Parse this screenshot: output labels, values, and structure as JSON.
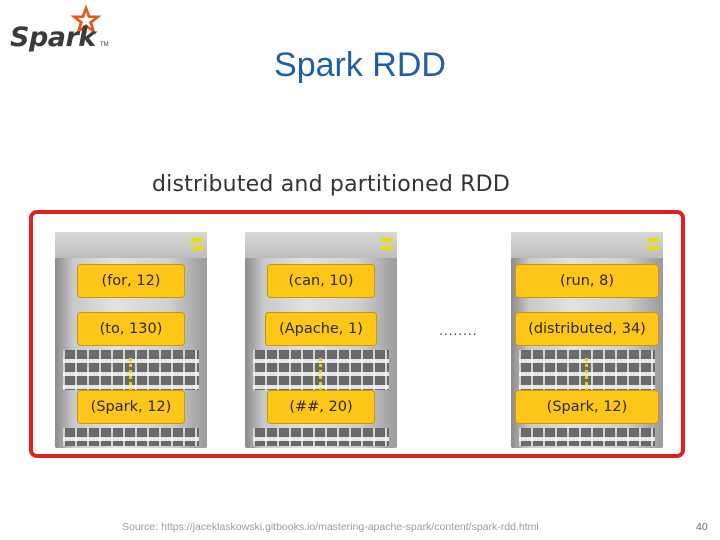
{
  "logo": {
    "text": "Spark",
    "tm": "TM",
    "icon": "star-icon"
  },
  "title": "Spark RDD",
  "diagram": {
    "subtitle": "distributed and partitioned RDD",
    "ellipsis": "........",
    "servers": [
      {
        "pairs": [
          "(for, 12)",
          "(to, 130)",
          "(Spark, 12)"
        ]
      },
      {
        "pairs": [
          "(can, 10)",
          "(Apache, 1)",
          "(##, 20)"
        ]
      },
      {
        "pairs": [
          "(run, 8)",
          "(distributed, 34)",
          "(Spark, 12)"
        ]
      }
    ],
    "frame_color": "#e02020",
    "pair_color": "#ffc61a"
  },
  "footer": {
    "source": "Source: https://jaceklaskowski.gitbooks.io/mastering-apache-spark/content/spark-rdd.html",
    "page_number": "40"
  }
}
